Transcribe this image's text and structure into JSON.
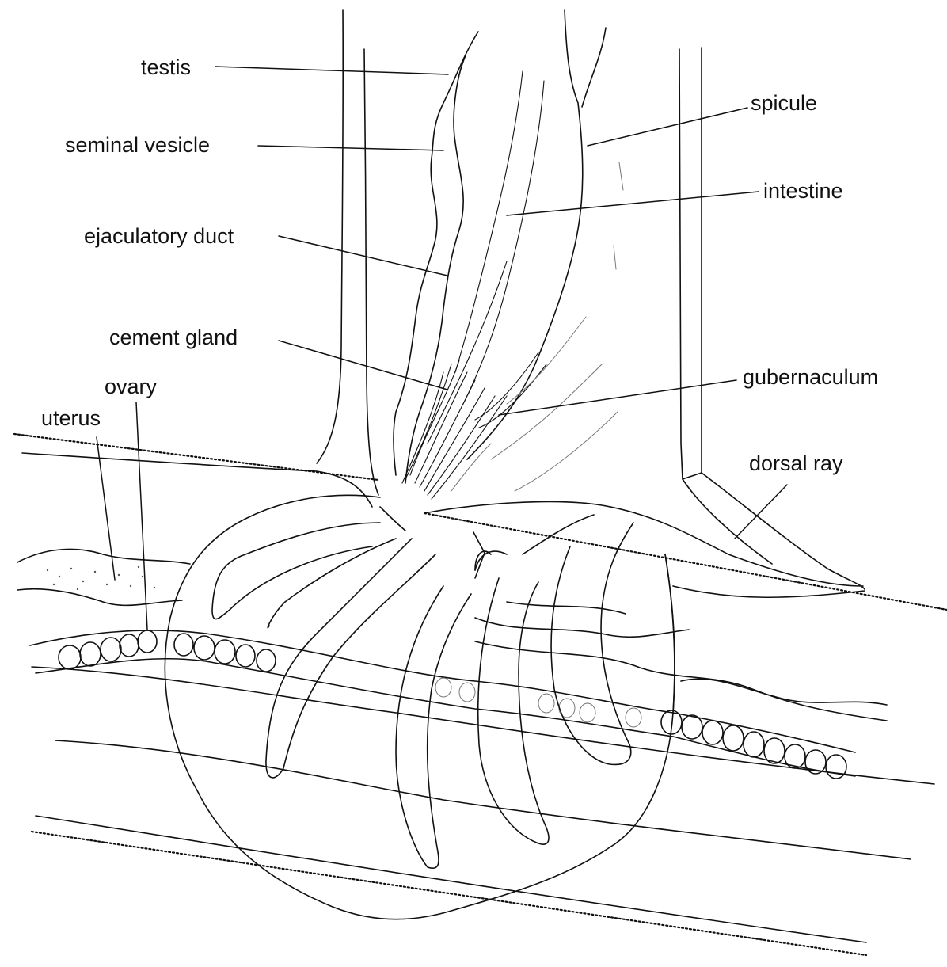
{
  "colors": {
    "ink": "#111111",
    "background": "#ffffff"
  },
  "labels": {
    "testis": "testis",
    "seminal_vesicle": "seminal vesicle",
    "ejaculatory_duct": "ejaculatory duct",
    "cement_gland": "cement gland",
    "ovary": "ovary",
    "uterus": "uterus",
    "spicule": "spicule",
    "intestine": "intestine",
    "gubernaculum": "gubernaculum",
    "dorsal_ray": "dorsal ray"
  }
}
